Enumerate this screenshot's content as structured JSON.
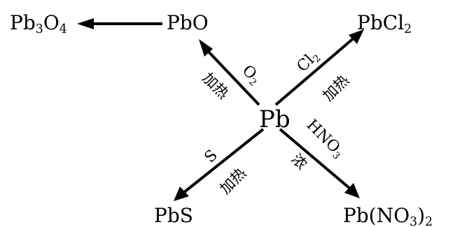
{
  "center": "Pb",
  "products": {
    "pb3o4": {
      "base": "Pb",
      "sub1": "3",
      "mid": "O",
      "sub2": "4"
    },
    "pbo": "PbO",
    "pbcl2": {
      "base": "PbCl",
      "sub": "2"
    },
    "pbs": "PbS",
    "pbno3": {
      "open": "Pb(NO",
      "sub1": "3",
      "close": ")",
      "sub2": "2"
    }
  },
  "conditions": {
    "o2": {
      "base": "O",
      "sub": "2"
    },
    "cl2": {
      "base": "Cl",
      "sub": "2"
    },
    "s": "S",
    "hno3": {
      "base": "HNO",
      "sub": "3"
    },
    "heat": "加热",
    "concentrated": "浓"
  },
  "colors": {
    "ink": "#000000",
    "background": "#ffffff"
  }
}
